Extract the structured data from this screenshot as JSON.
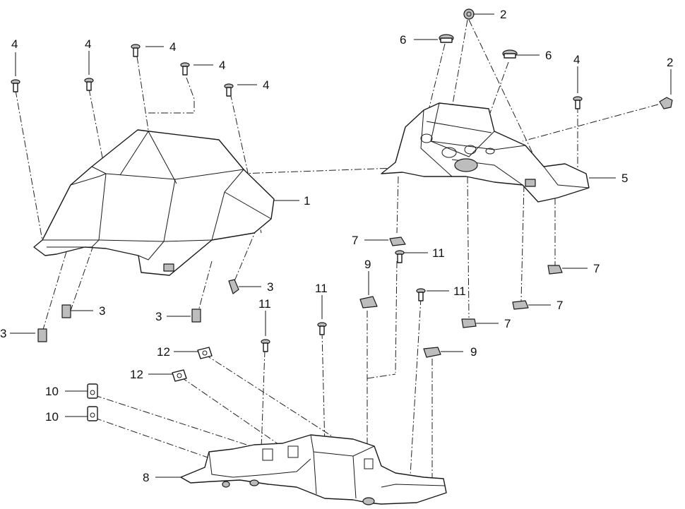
{
  "diagram": {
    "callouts": [
      "1",
      "2",
      "3",
      "4",
      "5",
      "6",
      "7",
      "8",
      "9",
      "10",
      "11",
      "12"
    ]
  }
}
